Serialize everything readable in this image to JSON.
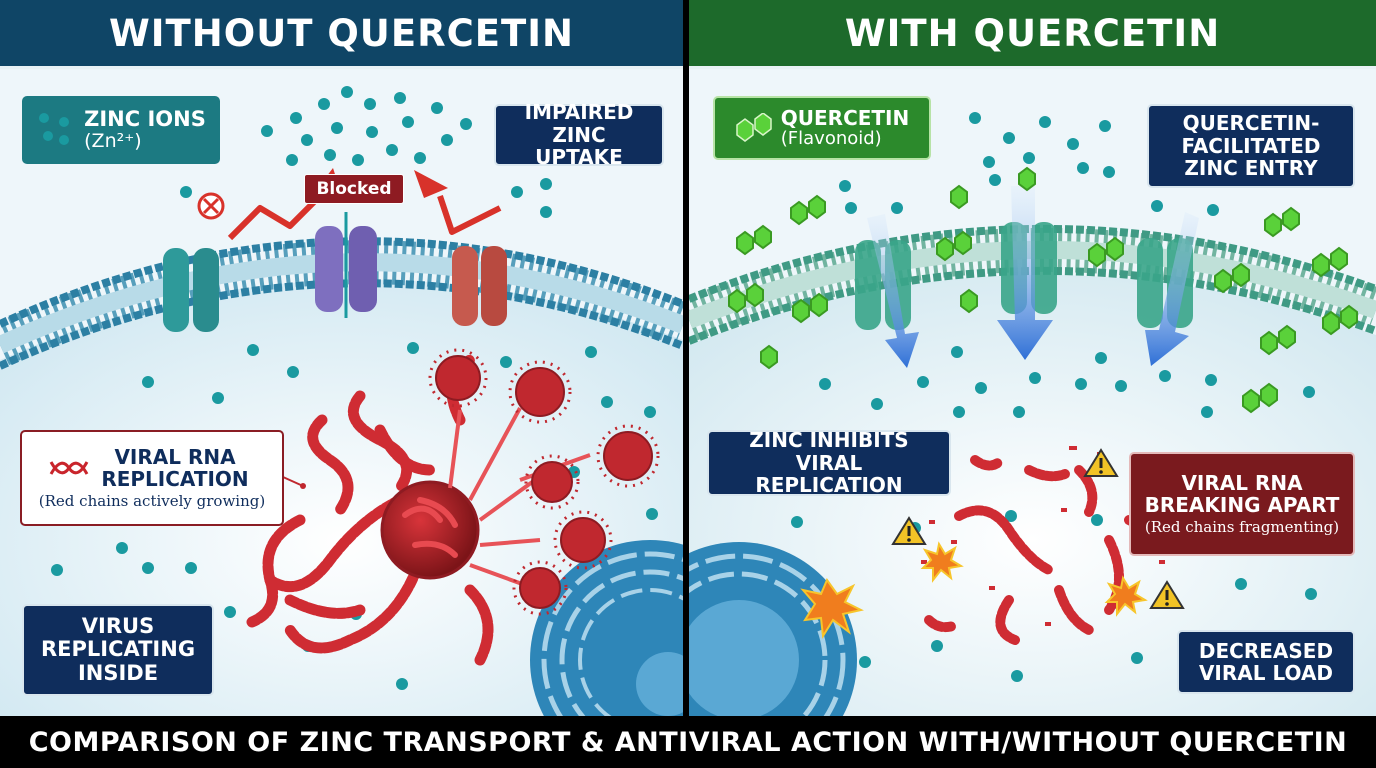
{
  "left_panel": {
    "title": "WITHOUT QUERCETIN",
    "zinc_ions_label": "ZINC IONS",
    "zinc_ions_formula": "(Zn²⁺)",
    "impaired_label": "IMPAIRED ZINC UPTAKE",
    "blocked_label": "Blocked",
    "viral_rna_label": "VIRAL RNA REPLICATION",
    "viral_rna_note": "(Red chains actively growing)",
    "virus_replicating_label": "VIRUS REPLICATING INSIDE"
  },
  "right_panel": {
    "title": "WITH QUERCETIN",
    "quercetin_label": "QUERCETIN",
    "quercetin_note": "(Flavonoid)",
    "facilitated_label": "QUERCETIN-FACILITATED ZINC ENTRY",
    "zinc_inhibits_label": "ZINC INHIBITS VIRAL REPLICATION",
    "breaking_label": "VIRAL RNA BREAKING APART",
    "breaking_note": "(Red chains fragmenting)",
    "decreased_label": "DECREASED VIRAL LOAD"
  },
  "footer_caption": "COMPARISON OF ZINC TRANSPORT & ANTIVIRAL ACTION WITH/WITHOUT QUERCETIN",
  "colors": {
    "left_title_bg": "#0f4566",
    "right_title_bg": "#1d6a2b",
    "zinc_ion": "#1a9aa0",
    "viral_rna": "#c9252c",
    "quercetin": "#5ad13a",
    "arrow_blue": "#2e6fd6"
  }
}
